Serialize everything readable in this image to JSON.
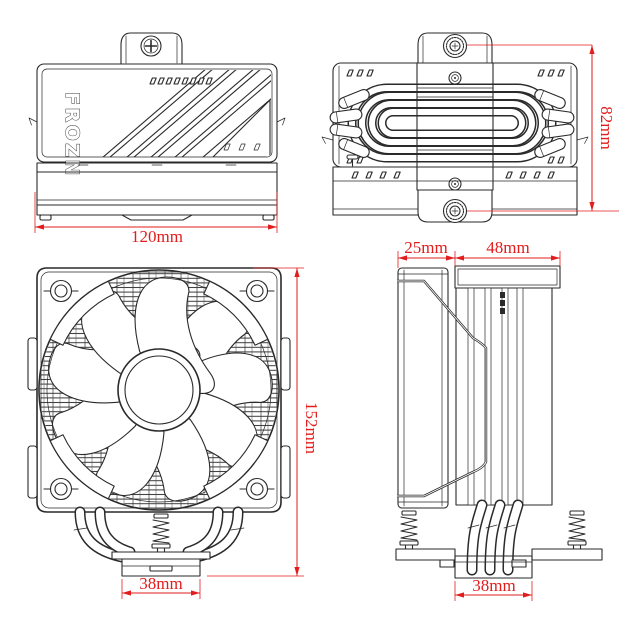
{
  "logo_text": "FROZN",
  "colors": {
    "line_color": "#2a2a2a",
    "dimension_color": "#e21d1d",
    "background": "#ffffff"
  },
  "views": {
    "top_cover": {
      "label": "top-cover-view",
      "width_label": "120mm"
    },
    "top_heatpipes": {
      "label": "top-view-heatpipes",
      "depth_label": "82mm"
    },
    "front_fan": {
      "label": "front-fan-view",
      "height_label": "152mm",
      "base_width_label": "38mm"
    },
    "side_profile": {
      "label": "side-profile-view",
      "fan_thickness_label": "25mm",
      "fin_depth_label": "48mm",
      "base_width_label": "38mm"
    }
  }
}
